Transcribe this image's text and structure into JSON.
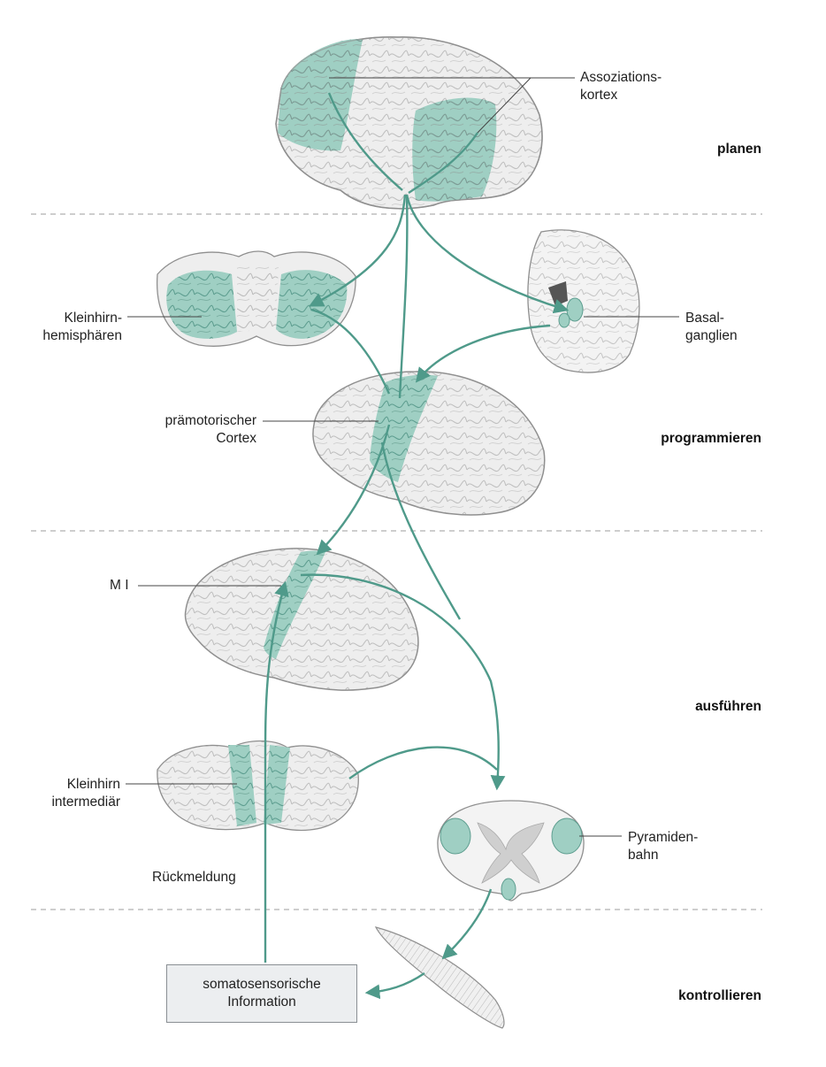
{
  "stages": {
    "planen": "planen",
    "programmieren": "programmieren",
    "ausfuehren": "ausführen",
    "kontrollieren": "kontrollieren"
  },
  "labels": {
    "assoziation_1": "Assoziations-",
    "assoziation_2": "kortex",
    "kleinhirn_hemi_1": "Kleinhirn-",
    "kleinhirn_hemi_2": "hemisphären",
    "basal_1": "Basal-",
    "basal_2": "ganglien",
    "praemotor_1": "prämotorischer",
    "praemotor_2": "Cortex",
    "m1": "M I",
    "kleinhirn_inter_1": "Kleinhirn",
    "kleinhirn_inter_2": "intermediär",
    "pyramiden_1": "Pyramiden-",
    "pyramiden_2": "bahn",
    "rueckmeldung": "Rückmeldung",
    "somato_1": "somatosensorische",
    "somato_2": "Information"
  },
  "colors": {
    "accent": "#4f9a8a",
    "highlight": "#9fcfc3",
    "brain_fill": "#eeeeee",
    "divider": "#b0b0b0"
  }
}
